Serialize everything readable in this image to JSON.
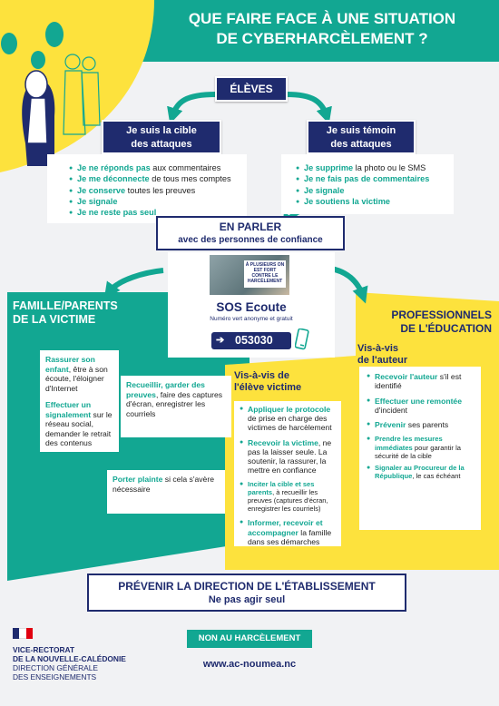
{
  "header": {
    "title_line1": "QUE FAIRE FACE À UNE SITUATION",
    "title_line2": "DE CYBERHARCÈLEMENT ?"
  },
  "eleves": {
    "label": "ÉLÈVES"
  },
  "cible": {
    "title_line1": "Je suis la cible",
    "title_line2": "des attaques",
    "items": [
      {
        "hl": "Je ne réponds pas",
        "rest": " aux commentaires"
      },
      {
        "hl": "Je me déconnecte",
        "rest": " de tous mes comptes"
      },
      {
        "hl": "Je conserve",
        "rest": " toutes les preuves"
      },
      {
        "hl": "Je signale",
        "rest": ""
      },
      {
        "hl": "Je ne reste pas seul",
        "rest": ""
      }
    ]
  },
  "temoin": {
    "title_line1": "Je suis témoin",
    "title_line2": "des attaques",
    "items": [
      {
        "hl": "Je supprime",
        "rest": " la photo ou le SMS"
      },
      {
        "hl": "Je ne fais pas de commentaires",
        "rest": ""
      },
      {
        "hl": "Je signale",
        "rest": ""
      },
      {
        "hl": "Je soutiens la victime",
        "rest": ""
      }
    ]
  },
  "en_parler": {
    "line1": "EN PARLER",
    "line2": "avec des personnes de confiance"
  },
  "sos": {
    "photo_text": "À PLUSIEURS ON EST FORT CONTRE LE HARCÈLEMENT",
    "title": "SOS Ecoute",
    "subtitle": "Numéro vert anonyme et gratuit",
    "number": "053030"
  },
  "famille": {
    "title_line1": "FAMILLE/PARENTS",
    "title_line2": "DE LA VICTIME",
    "box1": {
      "hl": "Rassurer son enfant",
      "rest": ", être à son écoute, l'éloigner d'Internet"
    },
    "box2": {
      "hl": "Recueillir, garder des preuves",
      "rest": ", faire des captures d'écran, enregistrer les courriels"
    },
    "box3": {
      "hl": "Effectuer un signalement",
      "rest": " sur le réseau social, demander le retrait des contenus"
    },
    "box4": {
      "hl": "Porter plainte",
      "rest": " si cela s'avère nécessaire"
    }
  },
  "victime": {
    "title_line1": "Vis-à-vis de",
    "title_line2": "l'élève victime",
    "items": [
      {
        "hl": "Appliquer le protocole",
        "rest": " de prise en charge des victimes de harcèlement"
      },
      {
        "hl": "Recevoir la victime",
        "rest": ", ne pas la laisser seule. La soutenir, la rassurer, la mettre en confiance"
      },
      {
        "hl": "Inciter la cible et ses parents",
        "rest": ", à recueillir les preuves (captures d'écran, enregistrer les courriels)"
      },
      {
        "hl": "Informer, recevoir et accompagner",
        "rest": " la famille dans ses démarches"
      }
    ]
  },
  "professionnels": {
    "title_line1": "PROFESSIONNELS",
    "title_line2": "DE L'ÉDUCATION",
    "auteur_line1": "Vis-à-vis",
    "auteur_line2": "de l'auteur",
    "items": [
      {
        "hl": "Recevoir l'auteur",
        "rest": " s'il est identifié"
      },
      {
        "hl": "Effectuer une remontée",
        "rest": " d'incident"
      },
      {
        "hl": "Prévenir",
        "rest": " ses parents"
      },
      {
        "hl": "Prendre les mesures immédiates",
        "rest": " pour garantir la sécurité de la cible"
      },
      {
        "hl": "Signaler au Procureur de la République",
        "rest": ", le cas échéant"
      }
    ]
  },
  "prevenir": {
    "line1": "PRÉVENIR LA DIRECTION DE L'ÉTABLISSEMENT",
    "line2": "Ne pas agir seul"
  },
  "footer": {
    "org_line1": "VICE-RECTORAT",
    "org_line2": "DE LA NOUVELLE-CALÉDONIE",
    "org_line3": "DIRECTION GÉNÉRALE",
    "org_line4": "DES ENSEIGNEMENTS",
    "slogan": "NON AU HARCÈLEMENT",
    "url": "www.ac-noumea.nc"
  },
  "colors": {
    "navy": "#1f2b6e",
    "teal": "#12a792",
    "yellow": "#fde23d",
    "background": "#f1f2f4"
  }
}
